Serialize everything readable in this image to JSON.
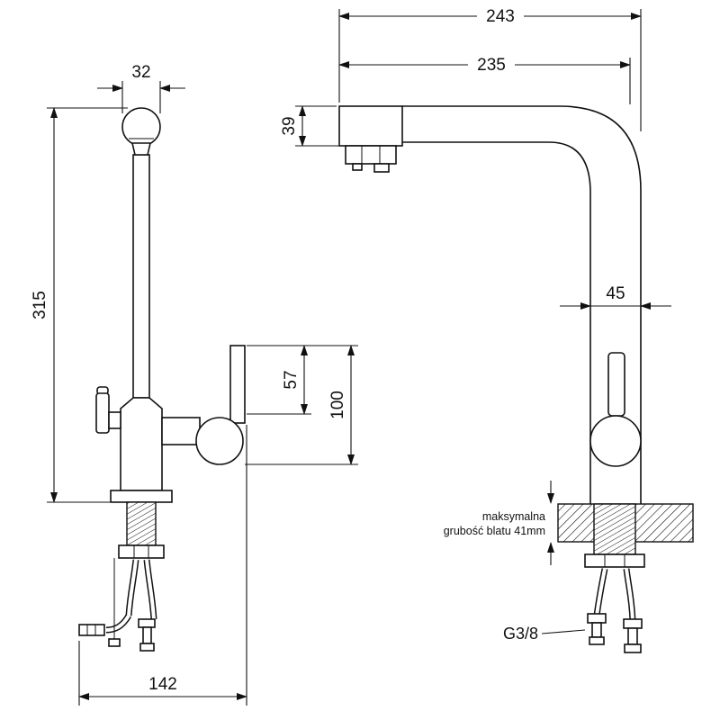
{
  "dimensions": {
    "front": {
      "head_width": "32",
      "total_height": "315",
      "lever_height": "57",
      "body_height": "100",
      "base_width": "142"
    },
    "side": {
      "total_depth": "243",
      "spout_reach": "235",
      "spout_height": "39",
      "column_width": "45",
      "thread_size": "G3/8",
      "countertop_note_line1": "maksymalna",
      "countertop_note_line2": "grubość blatu 41mm"
    }
  },
  "colors": {
    "line": "#111111",
    "background": "#ffffff"
  }
}
